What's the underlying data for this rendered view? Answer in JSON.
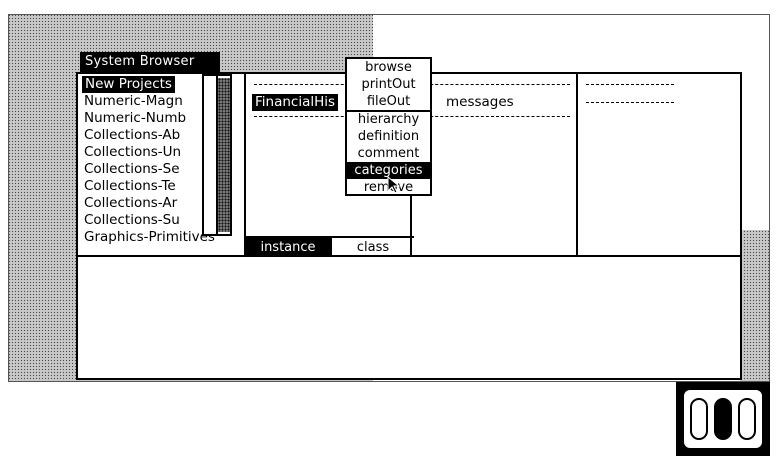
{
  "browser": {
    "title": "System Browser",
    "categories": [
      "New Projects",
      "Numeric-Magn",
      "Numeric-Numb",
      "Collections-Ab",
      "Collections-Un",
      "Collections-Se",
      "Collections-Te",
      "Collections-Ar",
      "Collections-Su",
      "Graphics-Primitives"
    ],
    "selected_category": 0,
    "class_pane": {
      "selected": "FinancialHis"
    },
    "message_pane": {
      "label": "messages"
    },
    "toggle": {
      "instance": "instance",
      "class": "class",
      "selected": "instance"
    }
  },
  "menu": {
    "items": [
      "browse",
      "printOut",
      "fileOut",
      "hierarchy",
      "definition",
      "comment",
      "categories",
      "remove"
    ],
    "highlighted": "categories"
  },
  "colors": {
    "foreground": "#000000",
    "background": "#ffffff",
    "desktop": "dithered-gray"
  },
  "icons": {
    "mouse": "mouse-buttons-icon"
  }
}
